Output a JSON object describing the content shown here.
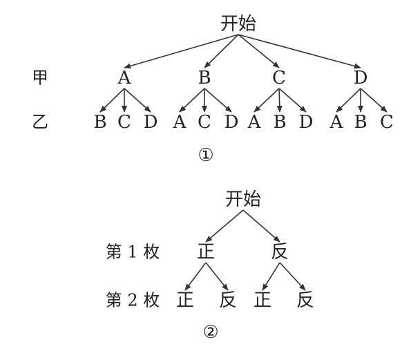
{
  "tree1": {
    "root": "开始",
    "row_labels": [
      "甲",
      "乙"
    ],
    "level1": [
      "A",
      "B",
      "C",
      "D"
    ],
    "level2": [
      [
        "B",
        "C",
        "D"
      ],
      [
        "A",
        "C",
        "D"
      ],
      [
        "A",
        "B",
        "D"
      ],
      [
        "A",
        "B",
        "C"
      ]
    ],
    "caption": "①"
  },
  "tree2": {
    "root": "开始",
    "row_labels": [
      "第 1 枚",
      "第 2 枚"
    ],
    "level1": [
      "正",
      "反"
    ],
    "level2": [
      [
        "正",
        "反"
      ],
      [
        "正",
        "反"
      ]
    ],
    "caption": "②"
  },
  "colors": {
    "ink": "#222222",
    "line": "#333333",
    "background": "#ffffff"
  }
}
